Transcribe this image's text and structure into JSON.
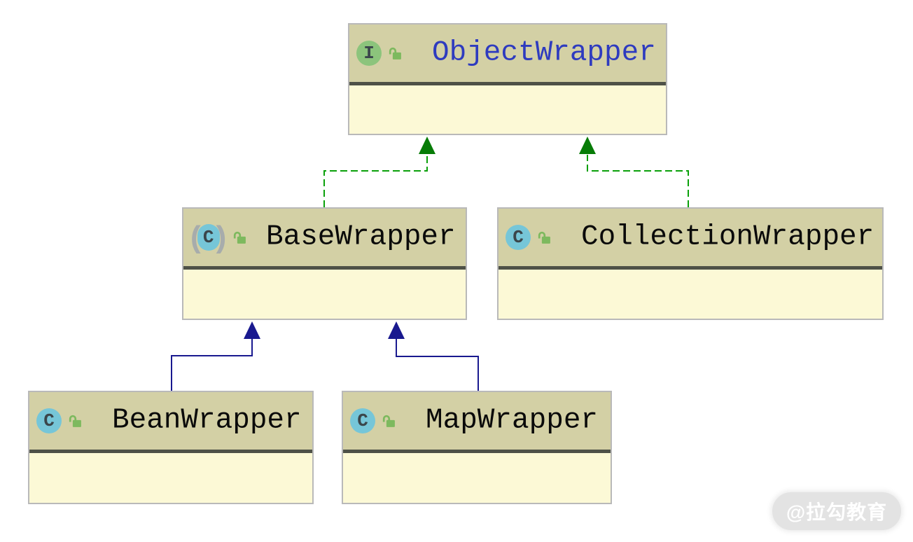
{
  "diagram": {
    "nodes": [
      {
        "id": "object-wrapper",
        "label": "ObjectWrapper",
        "kind": "interface",
        "badge_letter": "I",
        "abstract": false,
        "lock_icon": "unlock-icon"
      },
      {
        "id": "base-wrapper",
        "label": "BaseWrapper",
        "kind": "class",
        "badge_letter": "C",
        "abstract": true,
        "lock_icon": "unlock-icon"
      },
      {
        "id": "collection-wrapper",
        "label": "CollectionWrapper",
        "kind": "class",
        "badge_letter": "C",
        "abstract": false,
        "lock_icon": "unlock-icon"
      },
      {
        "id": "bean-wrapper",
        "label": "BeanWrapper",
        "kind": "class",
        "badge_letter": "C",
        "abstract": false,
        "lock_icon": "unlock-icon"
      },
      {
        "id": "map-wrapper",
        "label": "MapWrapper",
        "kind": "class",
        "badge_letter": "C",
        "abstract": false,
        "lock_icon": "unlock-icon"
      }
    ],
    "edges": [
      {
        "from": "BaseWrapper",
        "to": "ObjectWrapper",
        "relation": "implements",
        "line_style": "dashed",
        "color": "#0aa00a"
      },
      {
        "from": "CollectionWrapper",
        "to": "ObjectWrapper",
        "relation": "implements",
        "line_style": "dashed",
        "color": "#0aa00a"
      },
      {
        "from": "BeanWrapper",
        "to": "BaseWrapper",
        "relation": "extends",
        "line_style": "solid",
        "color": "#19198f"
      },
      {
        "from": "MapWrapper",
        "to": "BaseWrapper",
        "relation": "extends",
        "line_style": "solid",
        "color": "#19198f"
      }
    ],
    "colors": {
      "node_header_bg": "#d3d0a5",
      "node_body_bg": "#fcf9d6",
      "node_border": "#b9b9b9",
      "node_divider": "#4e5147",
      "interface_label": "#2e3bbf",
      "class_label": "#0a0a0a",
      "interface_badge_bg": "#8cc47c",
      "class_badge_bg": "#76c6d8",
      "abstract_paren": "#a7acac",
      "unlock_icon_green": "#7db95e",
      "implements_edge": "#0aa00a",
      "implements_arrow": "#077c07",
      "extends_edge": "#19198f"
    },
    "watermark": "@拉勾教育"
  }
}
